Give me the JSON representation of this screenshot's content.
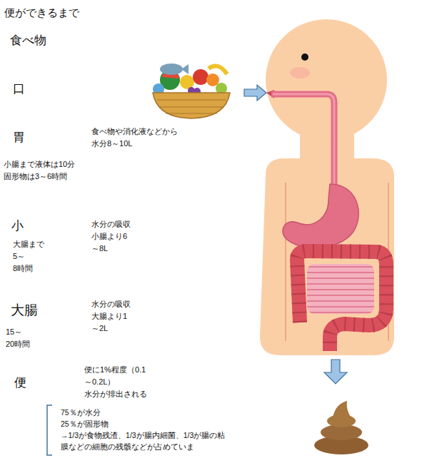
{
  "diagram": {
    "title": "便ができるまで",
    "nodes": [
      {
        "text": [
          "食べ物"
        ]
      },
      {
        "text": [
          "口"
        ]
      },
      {
        "text": [
          "胃"
        ]
      },
      {
        "text": [
          "小"
        ]
      },
      {
        "text": [
          "大腸"
        ]
      },
      {
        "text": [
          "便"
        ]
      },
      {
        "text": [
          "食べ物や消化液などから 水分8～10L"
        ]
      },
      {
        "text": [
          "水分の吸収 小腸より6～8L"
        ]
      },
      {
        "text": [
          "水分の吸収 大腸より1～2L"
        ]
      },
      {
        "text": [
          "便に1%程度（0.1～0.2L） 水分が排出される"
        ]
      },
      {
        "text": [
          "75％が水分",
          "25％が固形物",
          "→1/3が食物残渣、1/3が腸内細菌、1/3が腸の粘膜などの細胞の残骸などが占めていま"
        ]
      }
    ],
    "edges": [
      {
        "from": 0,
        "to": 1,
        "arrow": "to"
      },
      {
        "from": 1,
        "to": 2,
        "arrow": "to"
      },
      {
        "from": 2,
        "to": 3,
        "arrow": "to"
      },
      {
        "from": 3,
        "to": 4,
        "arrow": "to"
      },
      {
        "from": 4,
        "to": 5,
        "arrow": "to"
      },
      {
        "from": 2,
        "to": 6,
        "arrow": "to"
      },
      {
        "from": 3,
        "to": 7,
        "arrow": "to"
      },
      {
        "from": 4,
        "to": 8,
        "arrow": "to"
      },
      {
        "from": 5,
        "to": 9,
        "arrow": "to"
      },
      {
        "from": 6,
        "to": 7,
        "arrow": "to"
      },
      {
        "from": 7,
        "to": 8,
        "arrow": "to"
      },
      {
        "from": 8,
        "to": 9,
        "arrow": "to"
      },
      {
        "from": 5,
        "to": 10,
        "arrow": "to"
      }
    ],
    "labels": [
      "小腸まで液体は10分 固形物は3～6時間",
      "大腸まで 5～8時間",
      "15～20時間"
    ]
  }
}
